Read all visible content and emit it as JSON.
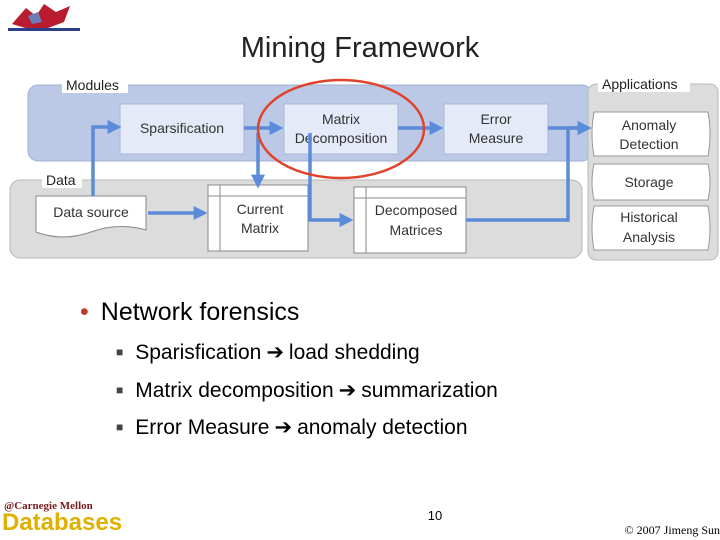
{
  "slide": {
    "title": "Mining Framework",
    "page_number": "10",
    "copyright": "© 2007 Jimeng Sun"
  },
  "logo": {
    "cmu": "@Carnegie Mellon",
    "databases": "Databases"
  },
  "diagram": {
    "groups": {
      "modules": "Modules",
      "data": "Data",
      "applications": "Applications"
    },
    "modules": {
      "sparsification": "Sparsification",
      "matrix_decomposition": [
        "Matrix",
        "Decomposition"
      ],
      "error_measure": [
        "Error",
        "Measure"
      ]
    },
    "data": {
      "data_source": "Data source",
      "current_matrix": [
        "Current",
        "Matrix"
      ],
      "decomposed_matrices": [
        "Decomposed",
        "Matrices"
      ]
    },
    "applications": {
      "anomaly_detection": [
        "Anomaly",
        "Detection"
      ],
      "storage": "Storage",
      "historical_analysis": [
        "Historical",
        "Analysis"
      ]
    },
    "colors": {
      "modules_bg": "#bcc9e6",
      "data_bg": "#dcdcdc",
      "arrow": "#5b8bd9",
      "highlight": "#e0432c"
    }
  },
  "bullets": {
    "main": "Network forensics",
    "items": [
      {
        "left": "Sparisfication",
        "arrow": "➔",
        "right": "load shedding"
      },
      {
        "left": "Matrix decomposition",
        "arrow": "➔",
        "right": "summarization"
      },
      {
        "left": "Error Measure",
        "arrow": "➔",
        "right": "anomaly detection"
      }
    ]
  }
}
